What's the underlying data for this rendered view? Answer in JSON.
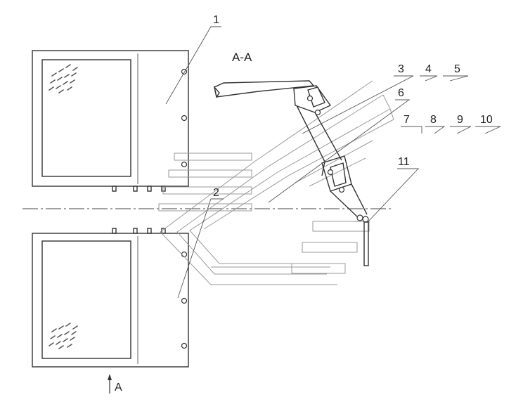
{
  "section_label": "A-A",
  "view_label": "A",
  "part_numbers": [
    "1",
    "2",
    "3",
    "4",
    "5",
    "6",
    "7",
    "8",
    "9",
    "10",
    "11"
  ]
}
